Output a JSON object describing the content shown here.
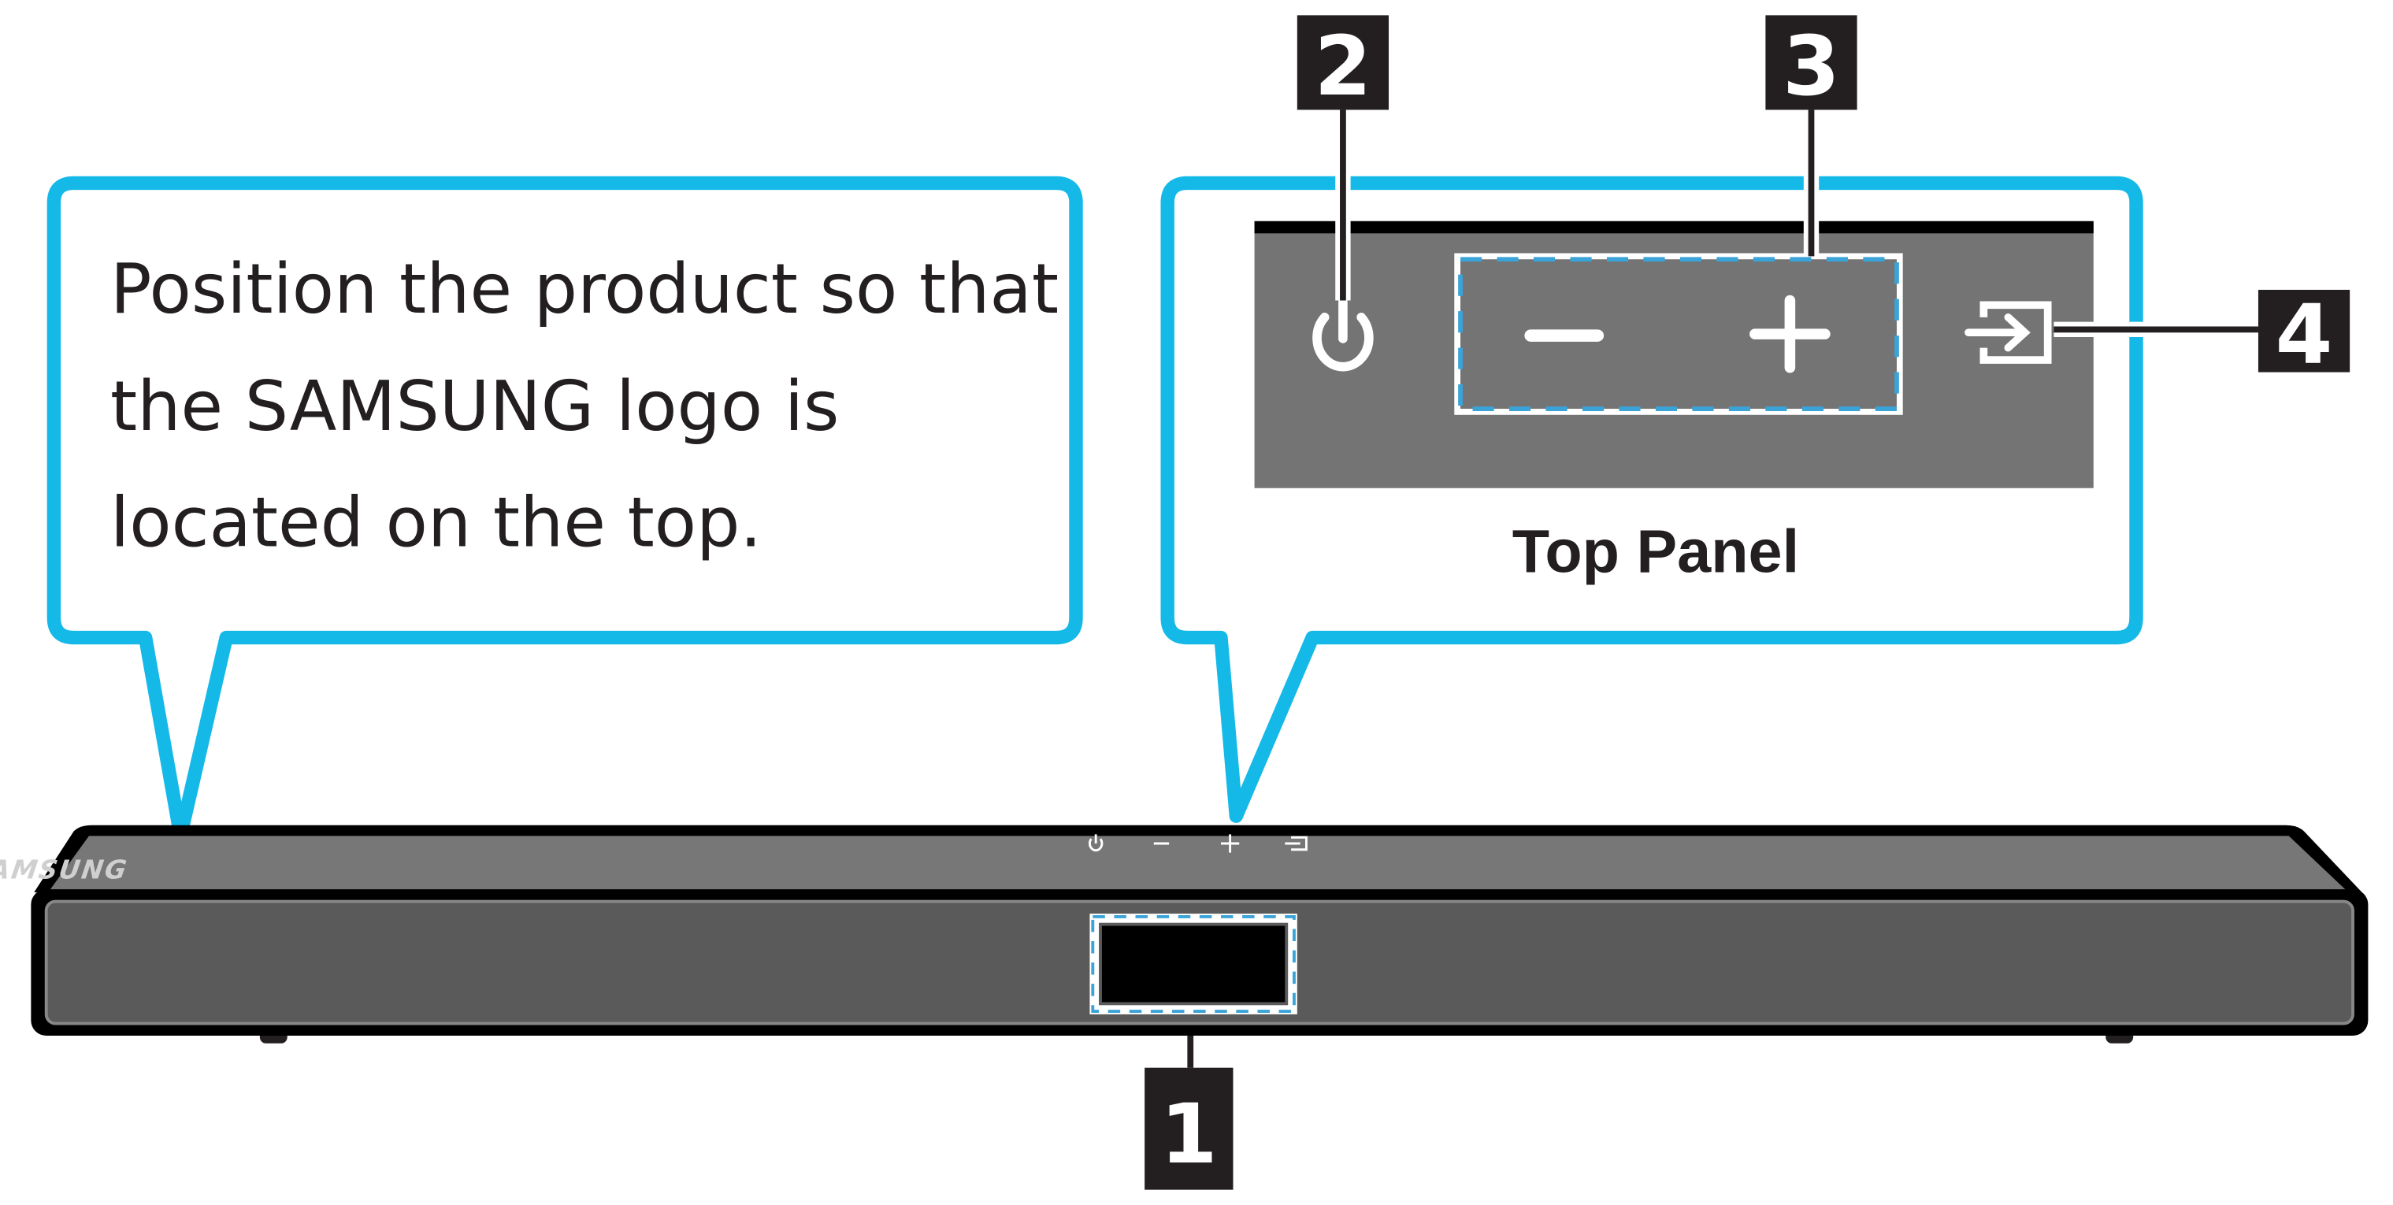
{
  "callout_left": {
    "lines": [
      "Position the product so that",
      "the SAMSUNG logo is",
      "located on the top."
    ]
  },
  "callout_right": {
    "title": "Top Panel",
    "icons": [
      "power-icon",
      "volume-down-icon",
      "volume-up-icon",
      "input-source-icon"
    ]
  },
  "badges": [
    "1",
    "2",
    "3",
    "4"
  ],
  "soundbar": {
    "logo": "SAMSUNG"
  },
  "colors": {
    "callout_border": "#14b9e8",
    "dashed_highlight": "#3aa3d8",
    "panel_gray": "#747474",
    "front_gray": "#5a5a5a",
    "badge_bg": "#231f20"
  }
}
